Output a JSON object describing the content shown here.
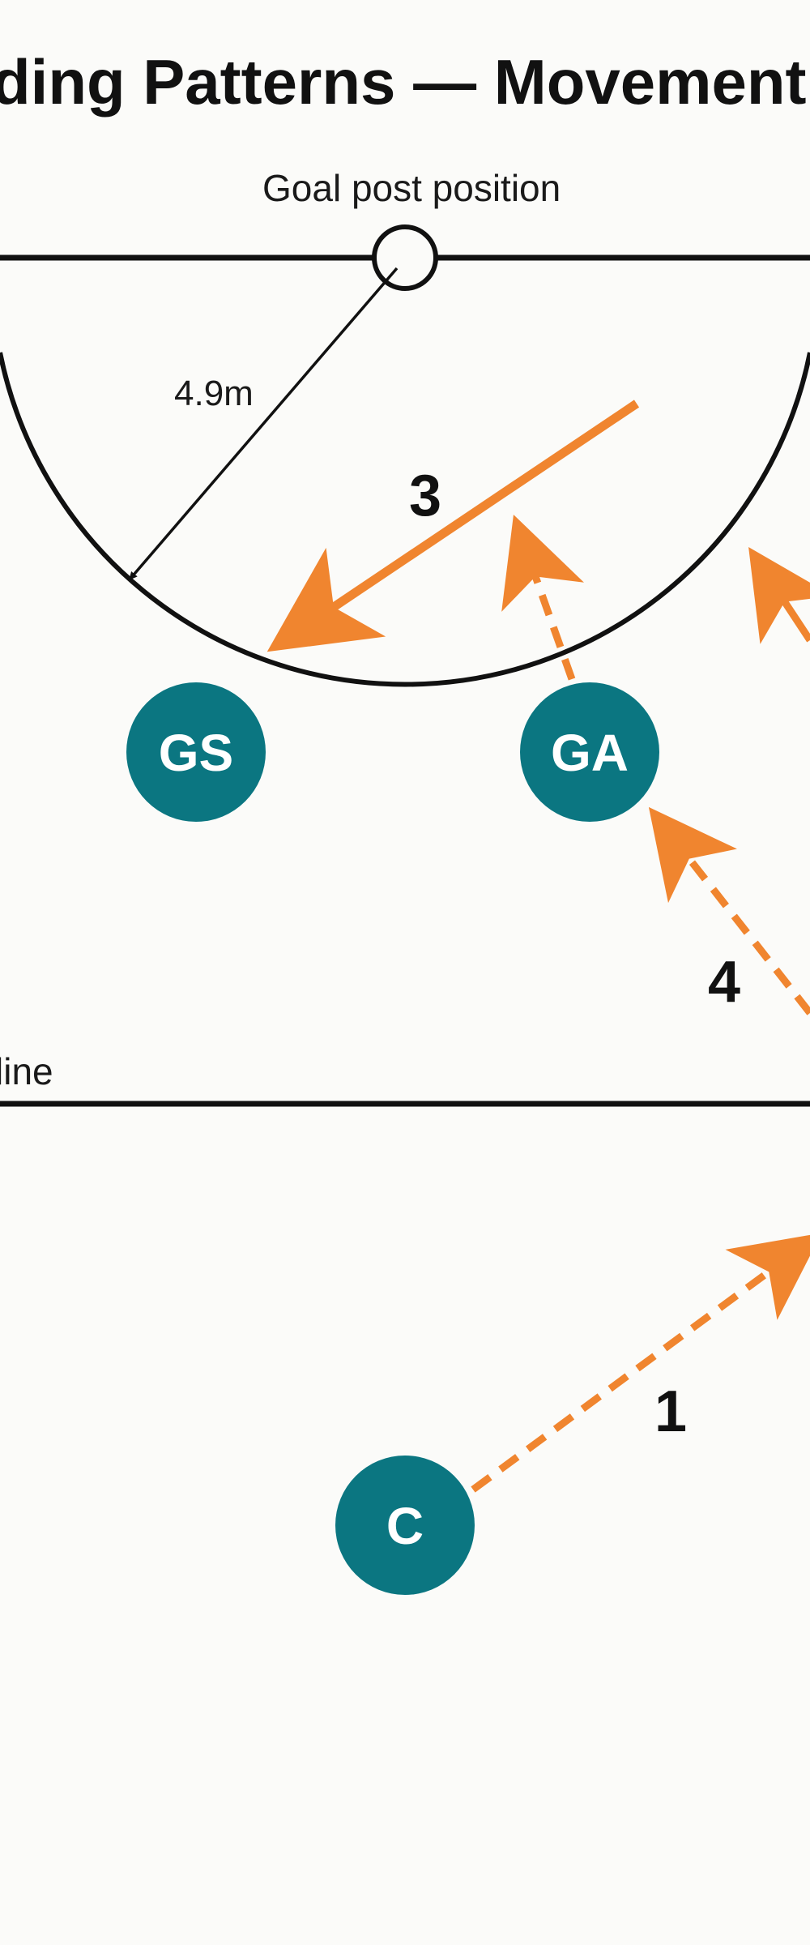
{
  "title": "ding Patterns — Movement Seq",
  "labels": {
    "goal_post": "Goal post position",
    "radius": "4.9m",
    "line_label": "line"
  },
  "players": [
    {
      "id": "gs",
      "label": "GS"
    },
    {
      "id": "ga",
      "label": "GA"
    },
    {
      "id": "c",
      "label": "C"
    }
  ],
  "steps": [
    {
      "id": "1",
      "label": "1",
      "style": "dashed"
    },
    {
      "id": "3",
      "label": "3",
      "style": "solid"
    },
    {
      "id": "4",
      "label": "4",
      "style": "dashed"
    }
  ],
  "colors": {
    "player": "#0b7681",
    "arrow": "#f0852f",
    "line": "#111111",
    "background": "#fbfbf9"
  }
}
